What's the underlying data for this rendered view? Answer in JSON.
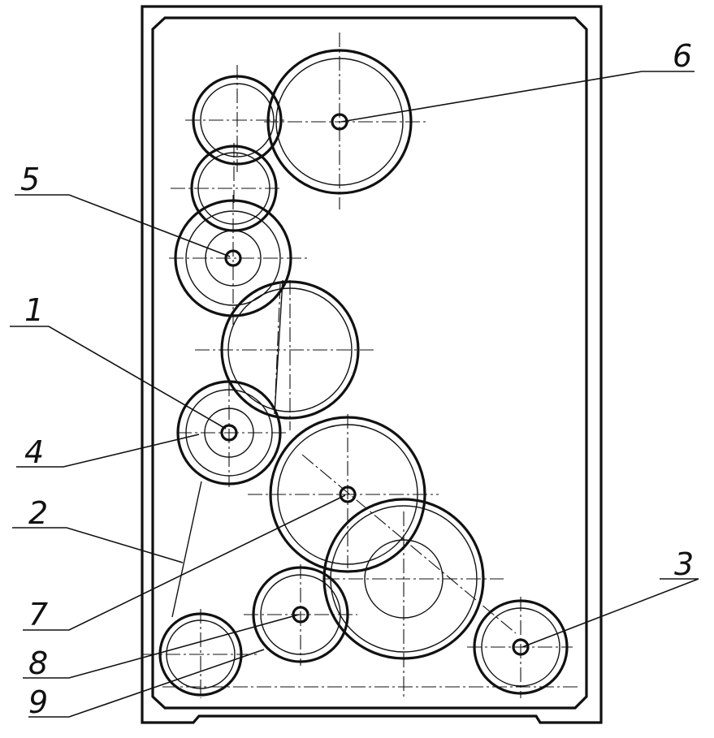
{
  "drawing": {
    "callouts": [
      "1",
      "2",
      "3",
      "4",
      "5",
      "6",
      "7",
      "8",
      "9"
    ],
    "line_color": "#111111",
    "background": "#ffffff"
  }
}
